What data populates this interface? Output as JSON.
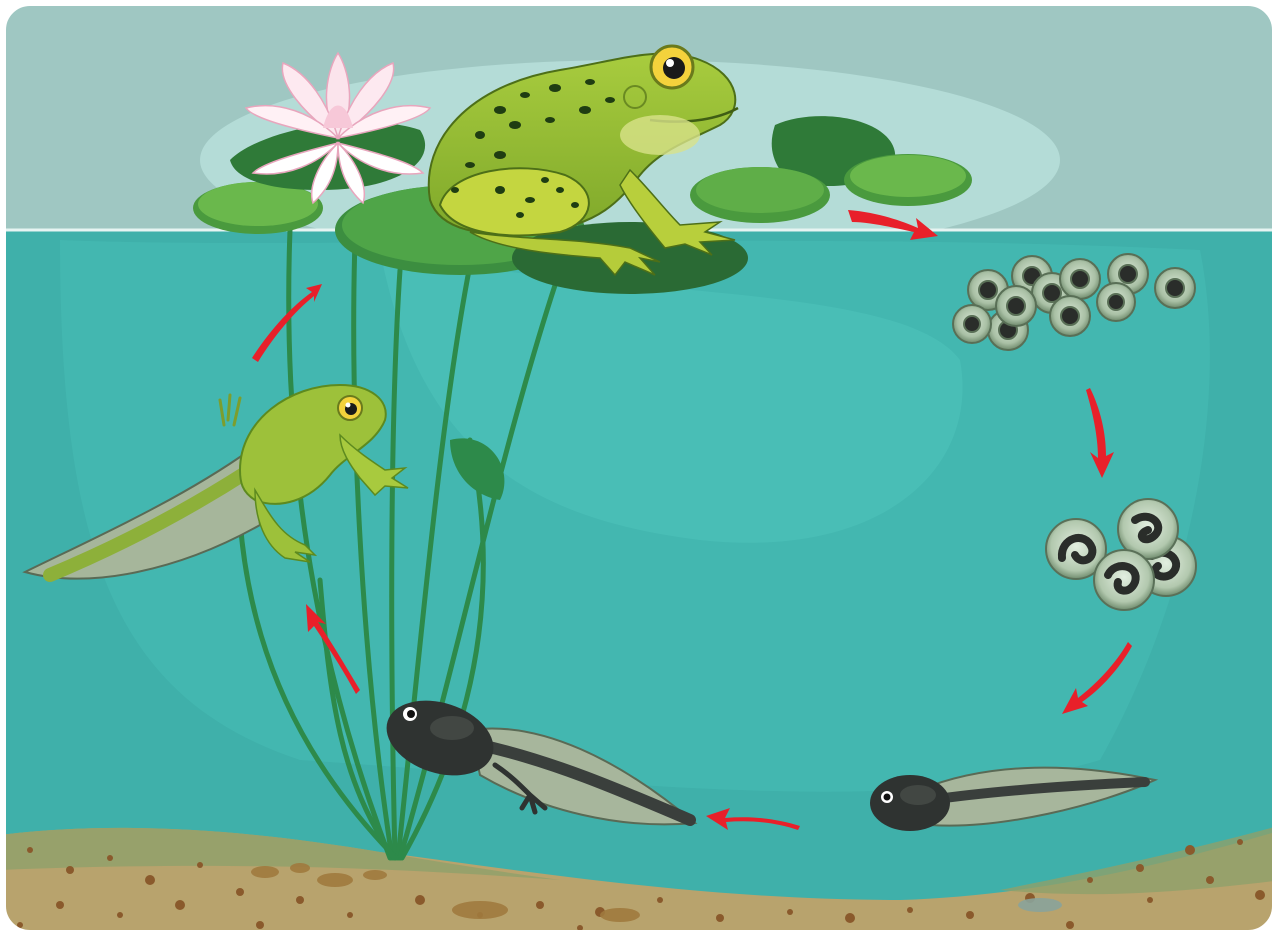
{
  "stages": [
    {
      "id": "adult-frog",
      "order": 1
    },
    {
      "id": "frogspawn-cluster",
      "order": 2
    },
    {
      "id": "developing-eggs",
      "order": 3
    },
    {
      "id": "tadpole-early",
      "order": 4
    },
    {
      "id": "tadpole-with-legs",
      "order": 5
    },
    {
      "id": "froglet",
      "order": 6
    }
  ],
  "icons": [
    "water-lily-flower",
    "lily-pad",
    "pond-weed",
    "arrow"
  ],
  "colors": {
    "sky": "#9fc7c2",
    "water": "#3fb0aa",
    "water_deep": "#339c97",
    "water_light": "#4cc3bb",
    "arrow": "#e8202a",
    "frog_green": "#9dc13a",
    "frog_dark": "#5d8a1f",
    "lilypad": "#4a9a3e",
    "lilypad_dark": "#2f7a38",
    "sediment": "#b8a06a",
    "tadpole": "#3a3f3c"
  }
}
